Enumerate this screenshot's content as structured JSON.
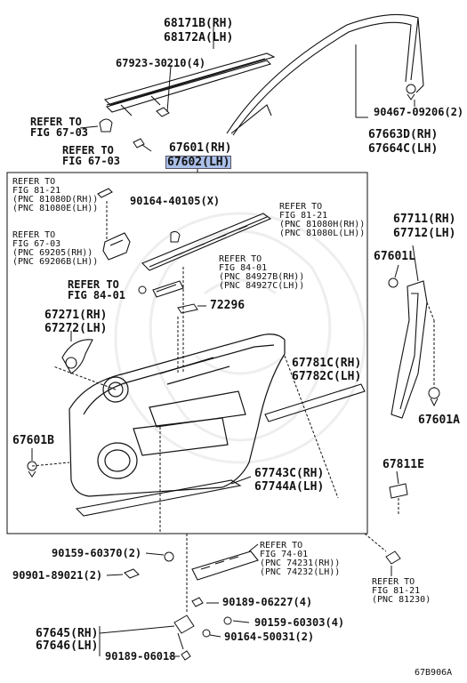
{
  "labels": {
    "p68171": "68171B(RH)",
    "p68172": "68172A(LH)",
    "p67923": "67923-30210(4)",
    "refer_fig67_03_a": "REFER TO\nFIG 67-03",
    "refer_fig67_03_b": "REFER TO\nFIG 67-03",
    "p67601_rh": "67601(RH)",
    "p67602_lh": "67602(LH)",
    "p90467": "90467-09206(2)",
    "p67663": "67663D(RH)",
    "p67664": "67664C(LH)",
    "refer_fig81_21_a": "REFER TO\nFIG 81-21\n(PNC 81080D(RH))\n(PNC 81080E(LH))",
    "p90164_40105": "90164-40105(X)",
    "refer_fig81_21_b": "REFER TO\nFIG 81-21\n(PNC 81080H(RH))\n(PNC 81080L(LH))",
    "refer_fig67_03_c": "REFER TO\nFIG 67-03\n(PNC 69205(RH))\n(PNC 69206B(LH))",
    "p67711": "67711(RH)",
    "p67712": "67712(LH)",
    "p67601L": "67601L",
    "refer_fig84_01_a": "REFER TO\nFIG 84-01\n(PNC 84927B(RH))\n(PNC 84927C(LH))",
    "refer_fig84_01_b": "REFER TO\nFIG 84-01",
    "p72296": "72296",
    "p67271": "67271(RH)",
    "p67272": "67272(LH)",
    "p67781": "67781C(RH)",
    "p67782": "67782C(LH)",
    "p67601A": "67601A",
    "p67601B": "67601B",
    "p67811": "67811E",
    "p67743": "67743C(RH)",
    "p67744": "67744A(LH)",
    "p90159_60370": "90159-60370(2)",
    "refer_fig74_01": "REFER TO\nFIG 74-01\n(PNC 74231(RH))\n(PNC 74232(LH))",
    "p90901": "90901-89021(2)",
    "refer_fig81_21_c": "REFER TO\nFIG 81-21\n(PNC 81230)",
    "p90189_06227": "90189-06227(4)",
    "p90159_60303": "90159-60303(4)",
    "p67645": "67645(RH)",
    "p67646": "67646(LH)",
    "p90164_50031": "90164-50031(2)",
    "p90189_06018": "90189-06018",
    "fig_code": "67B906A"
  },
  "colors": {
    "highlight": "#aabfe8",
    "line": "#111111"
  }
}
